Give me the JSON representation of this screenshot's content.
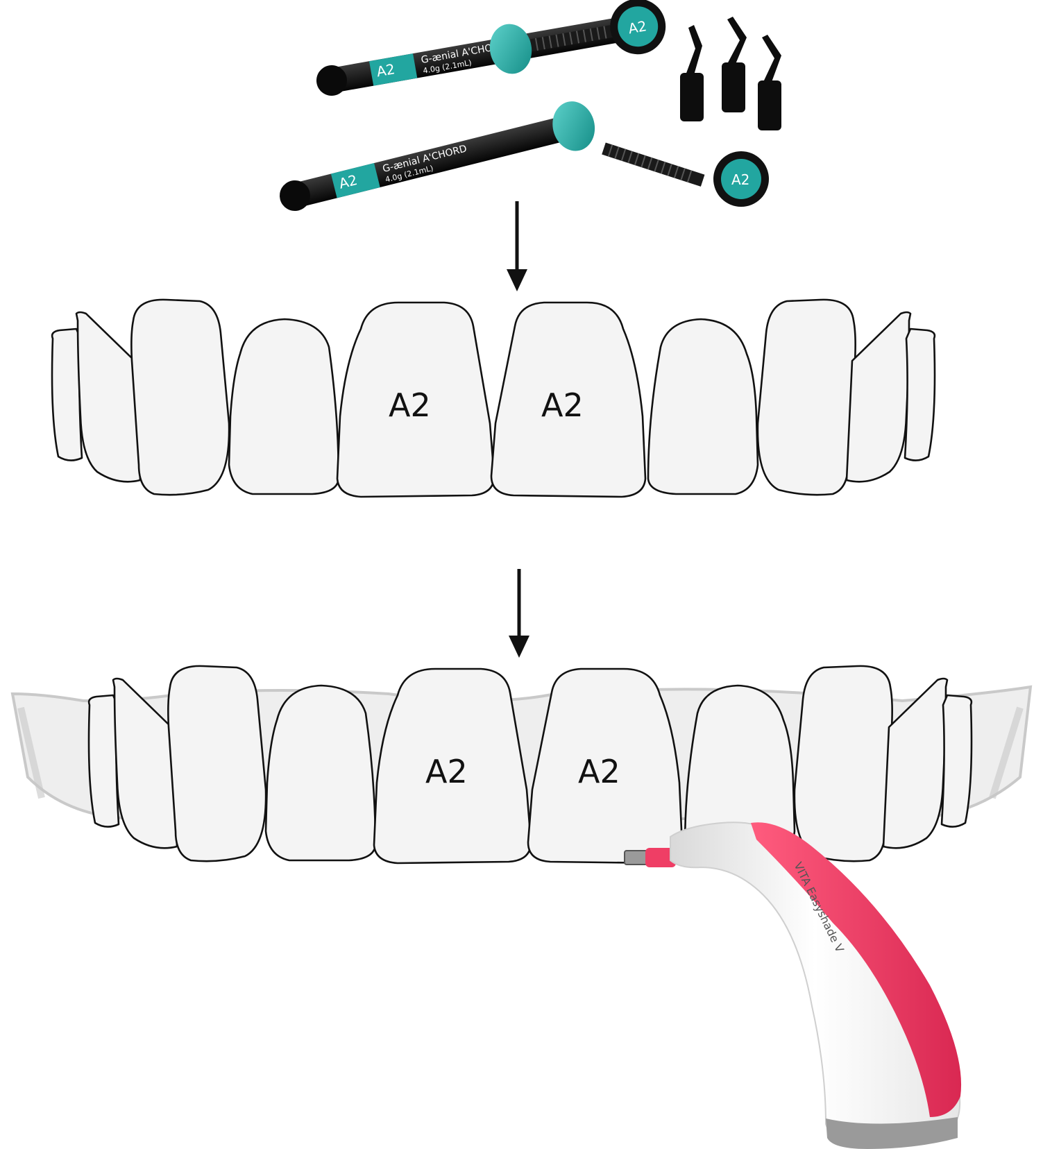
{
  "shade": "A2",
  "syringes": [
    {
      "shade_label": "A2",
      "product": "G-ænial A'CHORD",
      "volume": "4.0g (2.1mL)"
    },
    {
      "shade_label": "A2",
      "product": "G-ænial A'CHORD",
      "volume": "4.0g (2.1mL)"
    }
  ],
  "top_arch": {
    "labels": [
      "A2",
      "A2"
    ]
  },
  "bottom_arch": {
    "labels": [
      "A2",
      "A2"
    ]
  },
  "curing_light": {
    "brand": "VITA Easyshade V"
  },
  "colors": {
    "syringe_body": "#111111",
    "syringe_accent": "#22a6a0",
    "light_pink": "#ef3e65",
    "light_base": "#9a9a9a"
  }
}
